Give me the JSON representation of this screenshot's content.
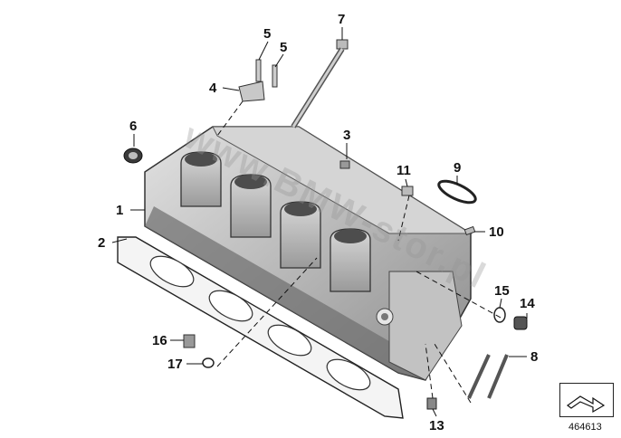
{
  "callouts": [
    {
      "id": "1",
      "label": "1"
    },
    {
      "id": "2",
      "label": "2"
    },
    {
      "id": "3",
      "label": "3"
    },
    {
      "id": "4",
      "label": "4"
    },
    {
      "id": "5a",
      "label": "5"
    },
    {
      "id": "5b",
      "label": "5"
    },
    {
      "id": "6",
      "label": "6"
    },
    {
      "id": "7",
      "label": "7"
    },
    {
      "id": "8",
      "label": "8"
    },
    {
      "id": "9",
      "label": "9"
    },
    {
      "id": "10",
      "label": "10"
    },
    {
      "id": "11",
      "label": "11"
    },
    {
      "id": "13",
      "label": "13"
    },
    {
      "id": "14",
      "label": "14"
    },
    {
      "id": "15",
      "label": "15"
    },
    {
      "id": "16",
      "label": "16"
    },
    {
      "id": "17",
      "label": "17"
    }
  ],
  "reference_number": "464613",
  "watermark": "www.BMW-stor.pl",
  "colors": {
    "part_fill": "#c9c9c9",
    "part_dark": "#7a7a7a",
    "line": "#111111"
  }
}
